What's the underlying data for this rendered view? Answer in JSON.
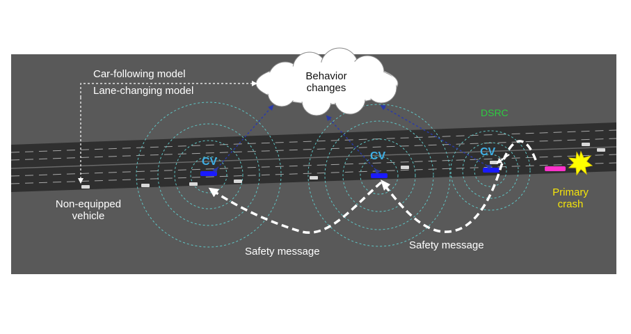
{
  "labels": {
    "car_following": "Car-following model",
    "lane_changing": "Lane-changing model",
    "behavior_line1": "Behavior",
    "behavior_line2": "changes",
    "dsrc": "DSRC",
    "cv1": "CV",
    "cv2": "CV",
    "cv3": "CV",
    "non_equipped_line1": "Non-equipped",
    "non_equipped_line2": "vehicle",
    "primary_line1": "Primary",
    "primary_line2": "crash",
    "safety_msg_1": "Safety message",
    "safety_msg_2": "Safety message"
  },
  "colors": {
    "background": "#595959",
    "road": "#2f2f2f",
    "lane_marking": "#a8a8a8",
    "connected_vehicle": "#1a1aff",
    "crash_vehicle": "#ff33cc",
    "dsrc_rings": "#5fc6c6",
    "link_arrows": "#2a3aa8",
    "crash_burst": "#ffff00",
    "cv_label": "#3fb0e6",
    "dsrc_label": "#2ecc40",
    "crash_label": "#f5e50a"
  }
}
